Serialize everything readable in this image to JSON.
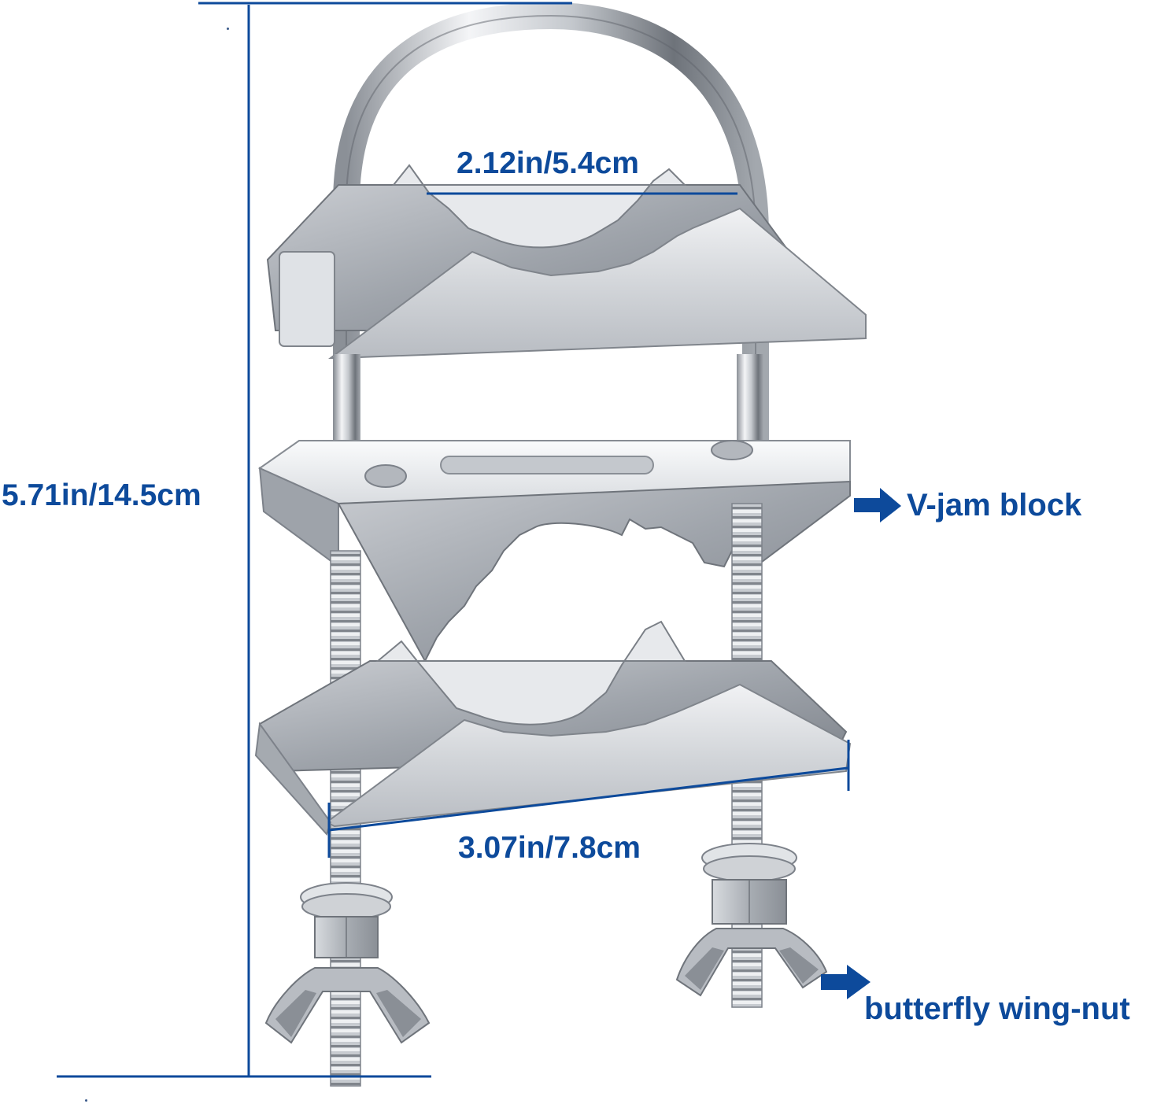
{
  "product": {
    "name": "pole clamp with U-bolt",
    "description_icon": "u-bolt-clamp-illustration"
  },
  "dimensions": {
    "height": "5.71in/14.5cm",
    "inner_width": "2.12in/5.4cm",
    "plate_width": "3.07in/7.8cm"
  },
  "callouts": [
    {
      "label": "V-jam block",
      "icon": "arrow-right-icon"
    },
    {
      "label": "butterfly wing-nut",
      "icon": "arrow-right-icon"
    }
  ],
  "colors": {
    "accent": "#0d4a9b",
    "metal_light": "#e4e6e9",
    "metal_mid": "#b7bbc1",
    "metal_dark": "#6f747b",
    "background": "#ffffff"
  }
}
